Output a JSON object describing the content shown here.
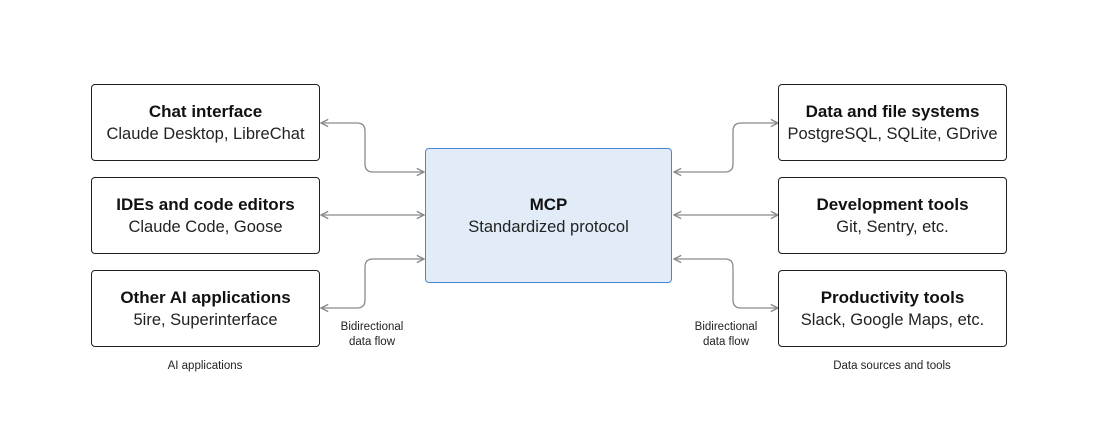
{
  "left": {
    "nodes": [
      {
        "title": "Chat interface",
        "subtitle": "Claude Desktop, LibreChat"
      },
      {
        "title": "IDEs and code editors",
        "subtitle": "Claude Code, Goose"
      },
      {
        "title": "Other AI applications",
        "subtitle": "5ire, Superinterface"
      }
    ],
    "group_label": "AI applications",
    "flow_label_1": "Bidirectional",
    "flow_label_2": "data flow"
  },
  "center": {
    "title": "MCP",
    "subtitle": "Standardized protocol"
  },
  "right": {
    "nodes": [
      {
        "title": "Data and file systems",
        "subtitle": "PostgreSQL, SQLite, GDrive"
      },
      {
        "title": "Development tools",
        "subtitle": "Git, Sentry, etc."
      },
      {
        "title": "Productivity tools",
        "subtitle": "Slack, Google Maps, etc."
      }
    ],
    "group_label": "Data sources and tools",
    "flow_label_1": "Bidirectional",
    "flow_label_2": "data flow"
  },
  "colors": {
    "connector": "#8a8a8a",
    "center_fill": "#e2ecf8",
    "center_border": "#4a86d6",
    "box_border": "#1f1f1f"
  }
}
